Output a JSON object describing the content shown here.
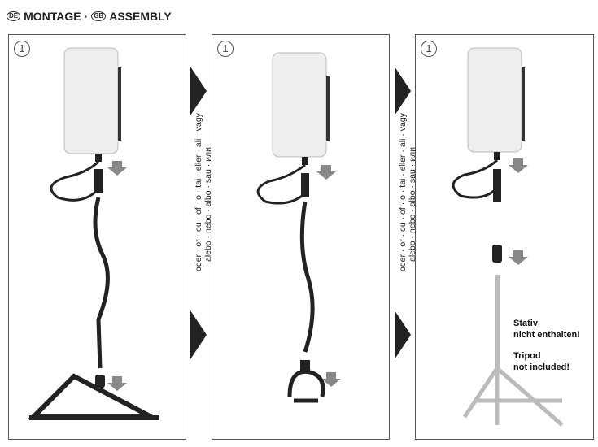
{
  "header": {
    "de_code": "DE",
    "de_title": "MONTAGE ·",
    "gb_code": "GB",
    "gb_title": "ASSEMBLY"
  },
  "panels": [
    {
      "step": "1"
    },
    {
      "step": "1"
    },
    {
      "step": "1",
      "note_de_1": "Stativ",
      "note_de_2": "nicht enthalten!",
      "note_gb_1": "Tripod",
      "note_gb_2": "not included!"
    }
  ],
  "separator": {
    "line1": "oder · or · ou · of · o · tai · eller · ali · vagy",
    "line2": "alebo · nebo · albo · sau · или"
  }
}
